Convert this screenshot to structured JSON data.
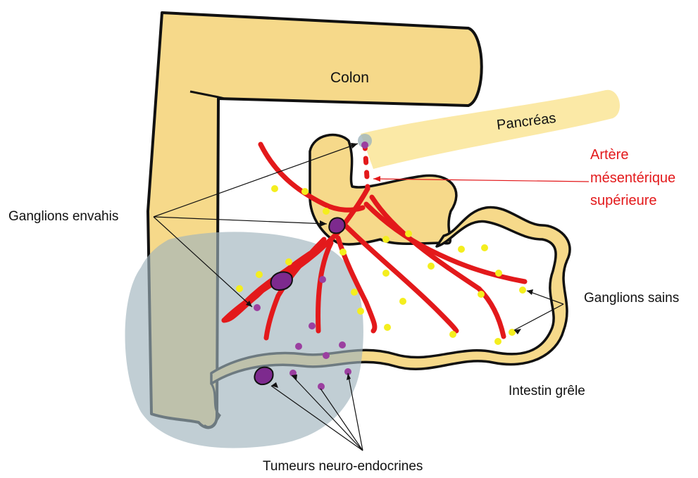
{
  "labels": {
    "colon": "Colon",
    "pancreas": "Pancréas",
    "artery_line1": "Artère",
    "artery_line2": "mésentérique",
    "artery_line3": "supérieure",
    "ganglions_envahis": "Ganglions  envahis",
    "ganglions_sains": "Ganglions sains",
    "intestin_grele": "Intestin grêle",
    "tumeurs": "Tumeurs  neuro-endocrines"
  },
  "colors": {
    "intestine_fill": "#f6d98a",
    "pancreas_fill": "#fbe9a6",
    "outline": "#111111",
    "zone_fill": "#9fb4bd",
    "artery": "#e3191b",
    "healthy_node": "#f4ee1e",
    "invaded_node": "#9b3fa0",
    "tumor": "#7d2a8e",
    "artery_label": "#e3191b"
  }
}
